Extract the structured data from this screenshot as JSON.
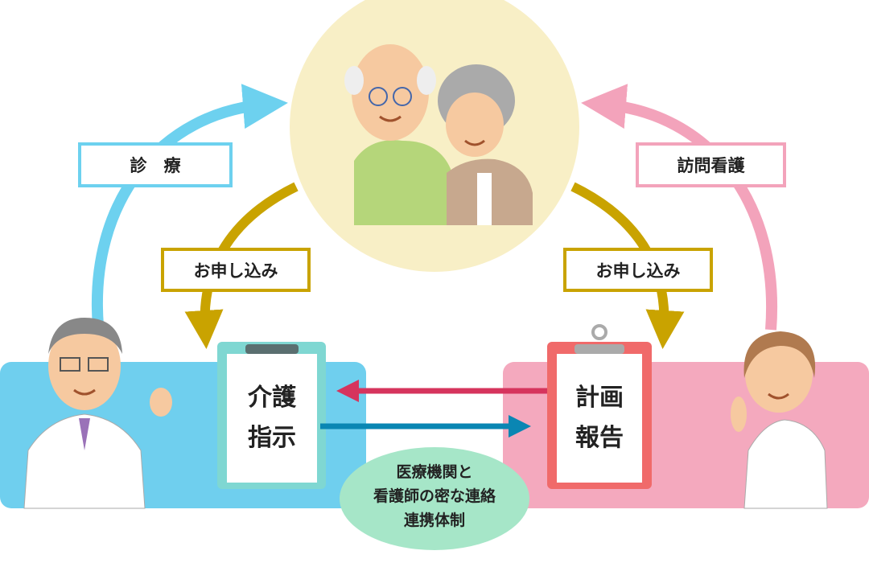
{
  "labels": {
    "shinryo": "診　療",
    "houmon_kango": "訪問看護",
    "moushikomi_left": "お申し込み",
    "moushikomi_right": "お申し込み"
  },
  "clipboards": {
    "left": {
      "line1": "介護",
      "line2": "指示"
    },
    "right": {
      "line1": "計画",
      "line2": "報告"
    }
  },
  "center_note": {
    "line1": "医療機関と",
    "line2": "看護師の密な連絡",
    "line3": "連携体制"
  },
  "colors": {
    "blue": "#6dd1ef",
    "pink": "#f3a7bc",
    "gold": "#c9a300",
    "circle": "#f8efc6",
    "red_arrow": "#d6345d",
    "blue_arrow": "#0a86b3",
    "green": "#a6e6c8"
  }
}
